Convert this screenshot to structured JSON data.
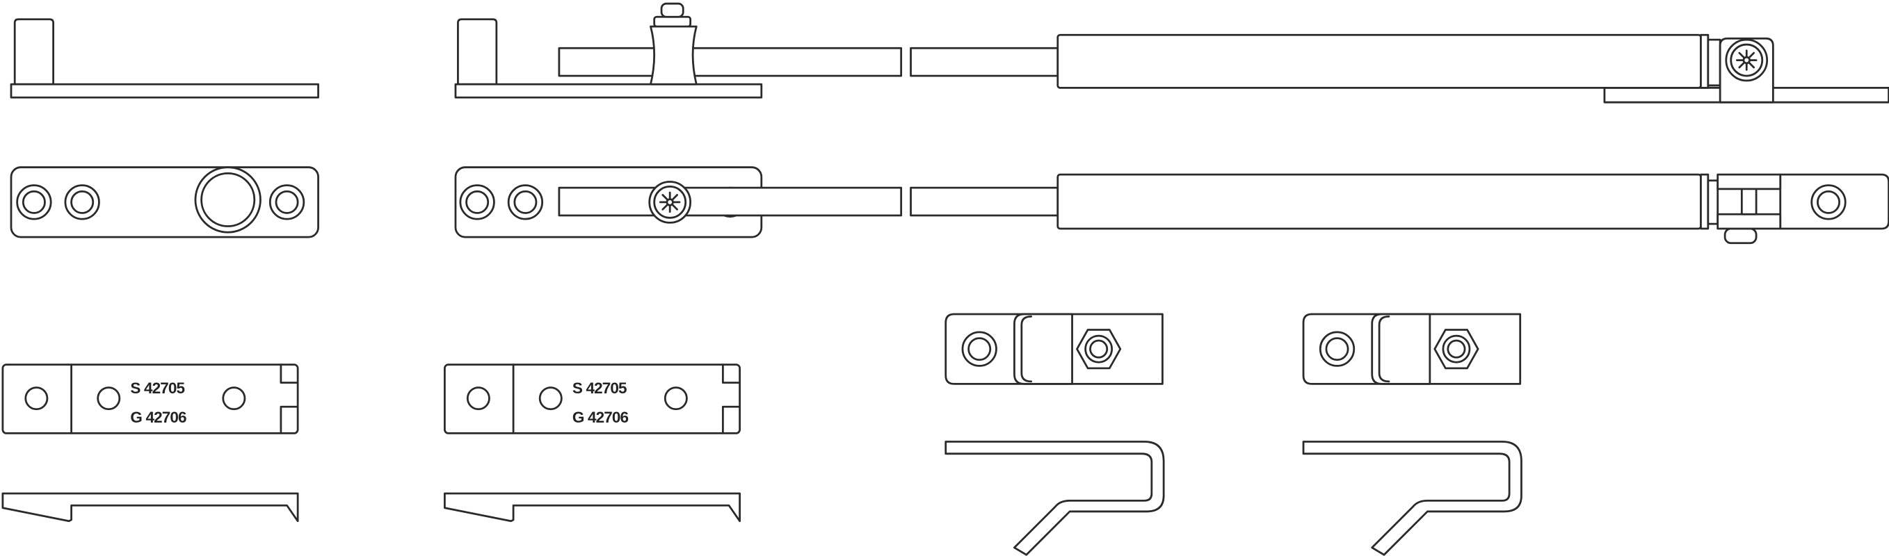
{
  "drawing": {
    "title": "Window stay / friction hinge technical drawing",
    "part_labels": [
      {
        "line1": "S 42705",
        "line2": "G 42706"
      },
      {
        "line1": "S 42705",
        "line2": "G 42706"
      }
    ],
    "line_color": "#2a2a2a",
    "background_color": "#ffffff"
  }
}
